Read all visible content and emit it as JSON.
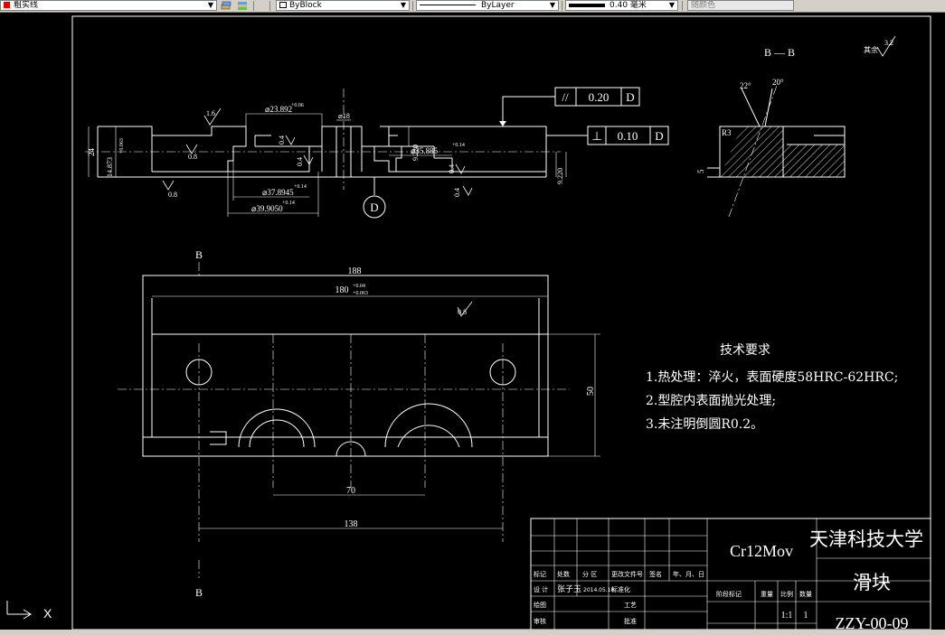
{
  "toolbar": {
    "layer_name": "粗实线",
    "linetype_block": "ByBlock",
    "linetype_layer": "ByLayer",
    "lineweight": "0.40 毫米",
    "color": "随颜色"
  },
  "drawing": {
    "section_label": "B — B",
    "roughness_other": "其余",
    "roughness_other_value": "3.2",
    "tol_parallel_symbol": "//",
    "tol_parallel_value": "0.20",
    "tol_parallel_datum": "D",
    "tol_perp_symbol": "⊥",
    "tol_perp_value": "0.10",
    "tol_perp_datum": "D",
    "datum_label": "D",
    "dims": {
      "d_23": "⌀23.892",
      "d_23_tol": "+0.06",
      "d_18": "⌀18",
      "d_35": "⌀35.885",
      "d_35_tol": "+0.14",
      "d_37": "⌀37.8945",
      "d_37_tol": "+0.14",
      "d_39": "⌀39.9050",
      "d_39_tol": "+0.14",
      "h_24": "24",
      "h_14": "14.873",
      "h_14_tol": "+0.063",
      "h_9": "9.220",
      "h_9b": "9.220",
      "angle_22": "22°",
      "angle_20": "20°",
      "r3": "R3",
      "dim_5": "5",
      "w_188": "188",
      "w_180": "180",
      "w_180_tol_up": "+0.04",
      "w_180_tol_dn": "+0.063",
      "h_50": "50",
      "w_70": "70",
      "w_138": "138"
    },
    "roughness": {
      "r16": "1.6",
      "r08a": "0.8",
      "r08b": "0.8",
      "r04a": "0.4",
      "r04b": "0.4",
      "r04c": "0.4",
      "r04d": "0.4",
      "r08c": "0.8"
    },
    "view_label_top": "B",
    "view_label_bottom": "B",
    "tech_req_title": "技术要求",
    "tech_req": [
      "1.热处理：淬火，表面硬度58HRC-62HRC;",
      "2.型腔内表面抛光处理;",
      "3.未注明倒圆R0.2。"
    ]
  },
  "title_block": {
    "material": "Cr12Mov",
    "school": "天津科技大学",
    "part_name": "滑块",
    "drawing_no": "ZZY-00-09",
    "scale": "1:1",
    "qty": "1",
    "h_mark": "标记",
    "h_count": "处数",
    "h_zone": "分 区",
    "h_change": "更改文件号",
    "h_sign": "签名",
    "h_date": "年、月、日",
    "h_design": "设 计",
    "designer": "张子玉",
    "design_date": "2014.05.10",
    "h_std": "标准化",
    "h_draw": "绘图",
    "h_review": "审核",
    "h_proc": "工艺",
    "h_approve": "批准",
    "h_stage": "阶段标记",
    "h_weight": "重量",
    "h_ratio": "比例",
    "h_qty": "数量"
  },
  "command_line": {
    "ucs_x": "X"
  }
}
